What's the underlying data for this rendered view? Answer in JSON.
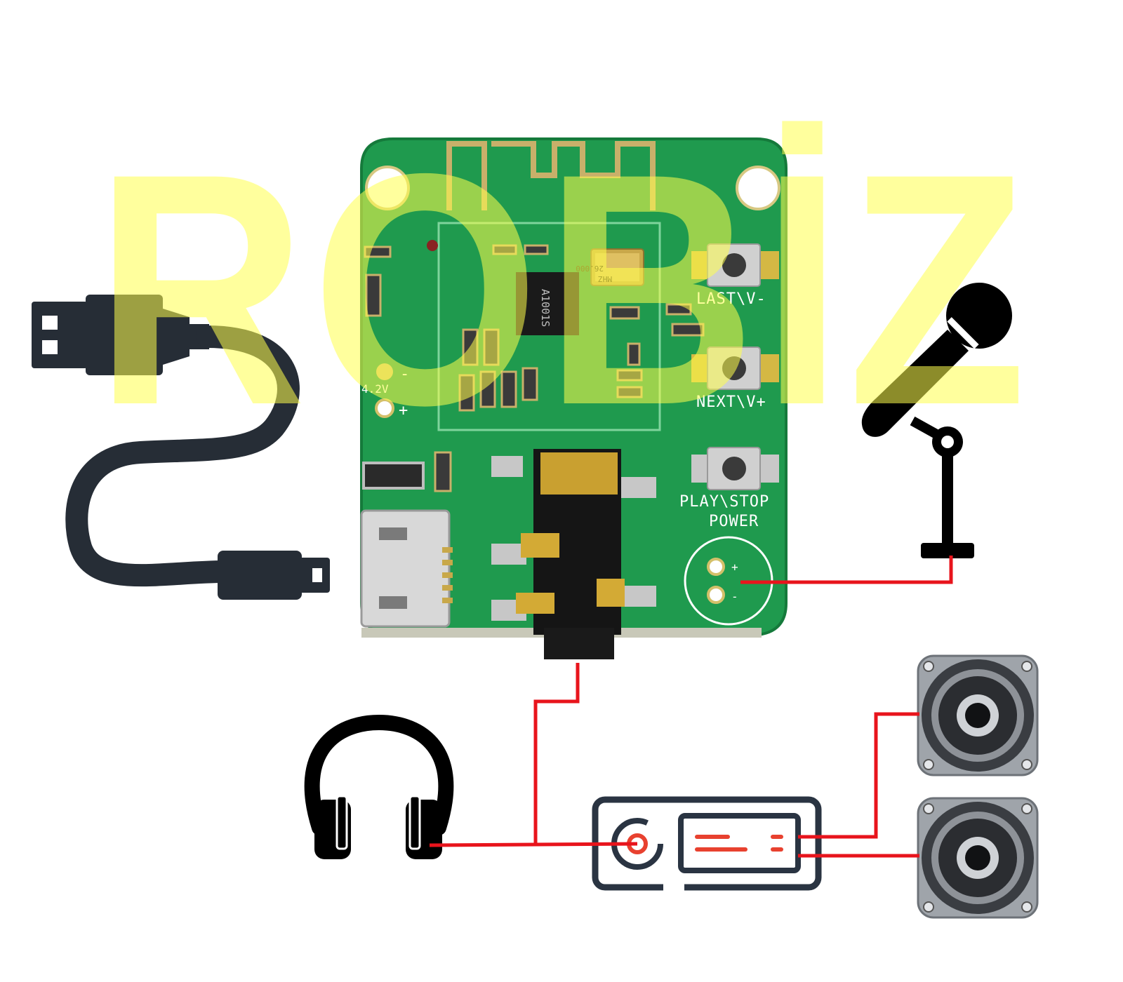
{
  "watermark": "ROBİZ",
  "board": {
    "chip_label": "A1001S",
    "crystal_line1": "26.000",
    "crystal_line2": "MHZ",
    "voltage_label": "4.2V",
    "minus_mark": "-",
    "plus_mark": "+",
    "buttons": [
      {
        "label": "LAST\\V-"
      },
      {
        "label": "NEXT\\V+"
      },
      {
        "label": "PLAY\\STOP"
      }
    ],
    "power_label": "POWER",
    "mic_plus": "+",
    "mic_minus": "-"
  },
  "peripherals": [
    "usb-cable-icon",
    "microphone-icon",
    "headphones-icon",
    "amplifier-icon",
    "speaker-icon",
    "speaker-icon"
  ],
  "colors": {
    "board": "#1f9a4e",
    "wire": "#e8141c",
    "icon": "#222a33",
    "amp_outline": "#2a3442",
    "amp_accent": "#e8412f",
    "watermark": "#ffff4d"
  }
}
